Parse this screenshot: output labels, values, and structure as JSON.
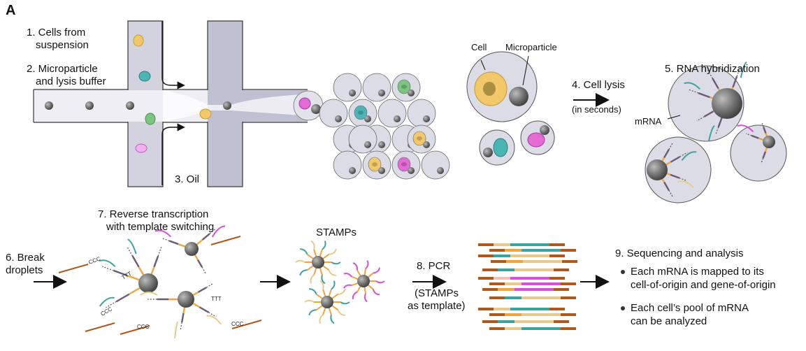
{
  "panel_label": "A",
  "steps": {
    "s1": "1. Cells from",
    "s1b": "suspension",
    "s2": "2. Microparticle",
    "s2b": "and lysis buffer",
    "s3": "3. Oil",
    "s4": "4. Cell lysis",
    "s4b": "(in seconds)",
    "s5": "5. RNA hybridization",
    "s6": "6. Break",
    "s6b": "droplets",
    "s7": "7. Reverse transcription",
    "s7b": "with template switching",
    "s8": "8. PCR",
    "s8b": "(STAMPs",
    "s8c": "as template)",
    "s9": "9. Sequencing and analysis"
  },
  "labels": {
    "cell": "Cell",
    "microparticle": "Microparticle",
    "mrna": "mRNA",
    "stamps": "STAMPs",
    "ttt": "TTT",
    "ccc": "CCC"
  },
  "bullets": [
    {
      "l1": "Each mRNA is mapped to its",
      "l2": "cell-of-origin and gene-of-origin"
    },
    {
      "l1": "Each cell’s pool of mRNA",
      "l2": "can be analyzed"
    }
  ],
  "colors": {
    "channel": "#d3d3e0",
    "droplet": "#dcdce6",
    "cell_yellow": "#f3c86a",
    "cell_teal": "#4bb4b4",
    "cell_green": "#7cc480",
    "cell_pink": "#e46ad6",
    "bead": "#6b6b6b",
    "orange": "#f0a43a",
    "teal": "#3aa3a0",
    "magenta": "#d94fd9",
    "brown": "#b0571b",
    "tan": "#e7c98d"
  }
}
